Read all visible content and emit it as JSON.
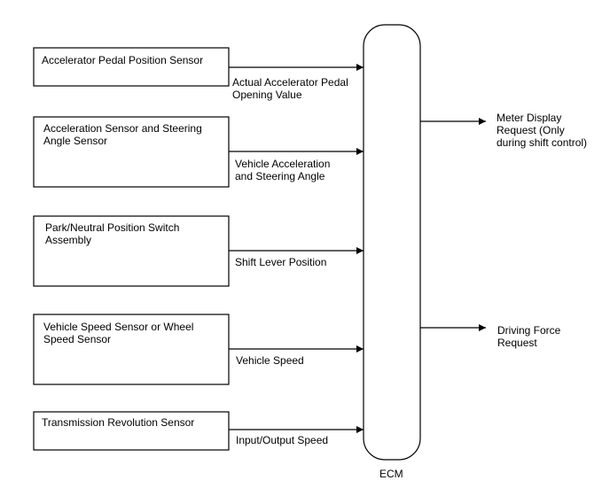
{
  "sensors": [
    {
      "name": "Accelerator Pedal Position Sensor",
      "signal": "Actual Accelerator Pedal\nOpening Value"
    },
    {
      "name": "Acceleration Sensor and Steering\nAngle Sensor",
      "signal": "Vehicle Acceleration\nand Steering Angle"
    },
    {
      "name": "Park/Neutral Position Switch\nAssembly",
      "signal": "Shift Lever Position"
    },
    {
      "name": "Vehicle Speed Sensor or Wheel\nSpeed Sensor",
      "signal": "Vehicle Speed"
    },
    {
      "name": "Transmission Revolution Sensor",
      "signal": "Input/Output Speed"
    }
  ],
  "ecm": {
    "label": "ECM"
  },
  "outputs": [
    {
      "label": "Meter Display\nRequest (Only\nduring shift control)"
    },
    {
      "label": "Driving Force\nRequest"
    }
  ]
}
